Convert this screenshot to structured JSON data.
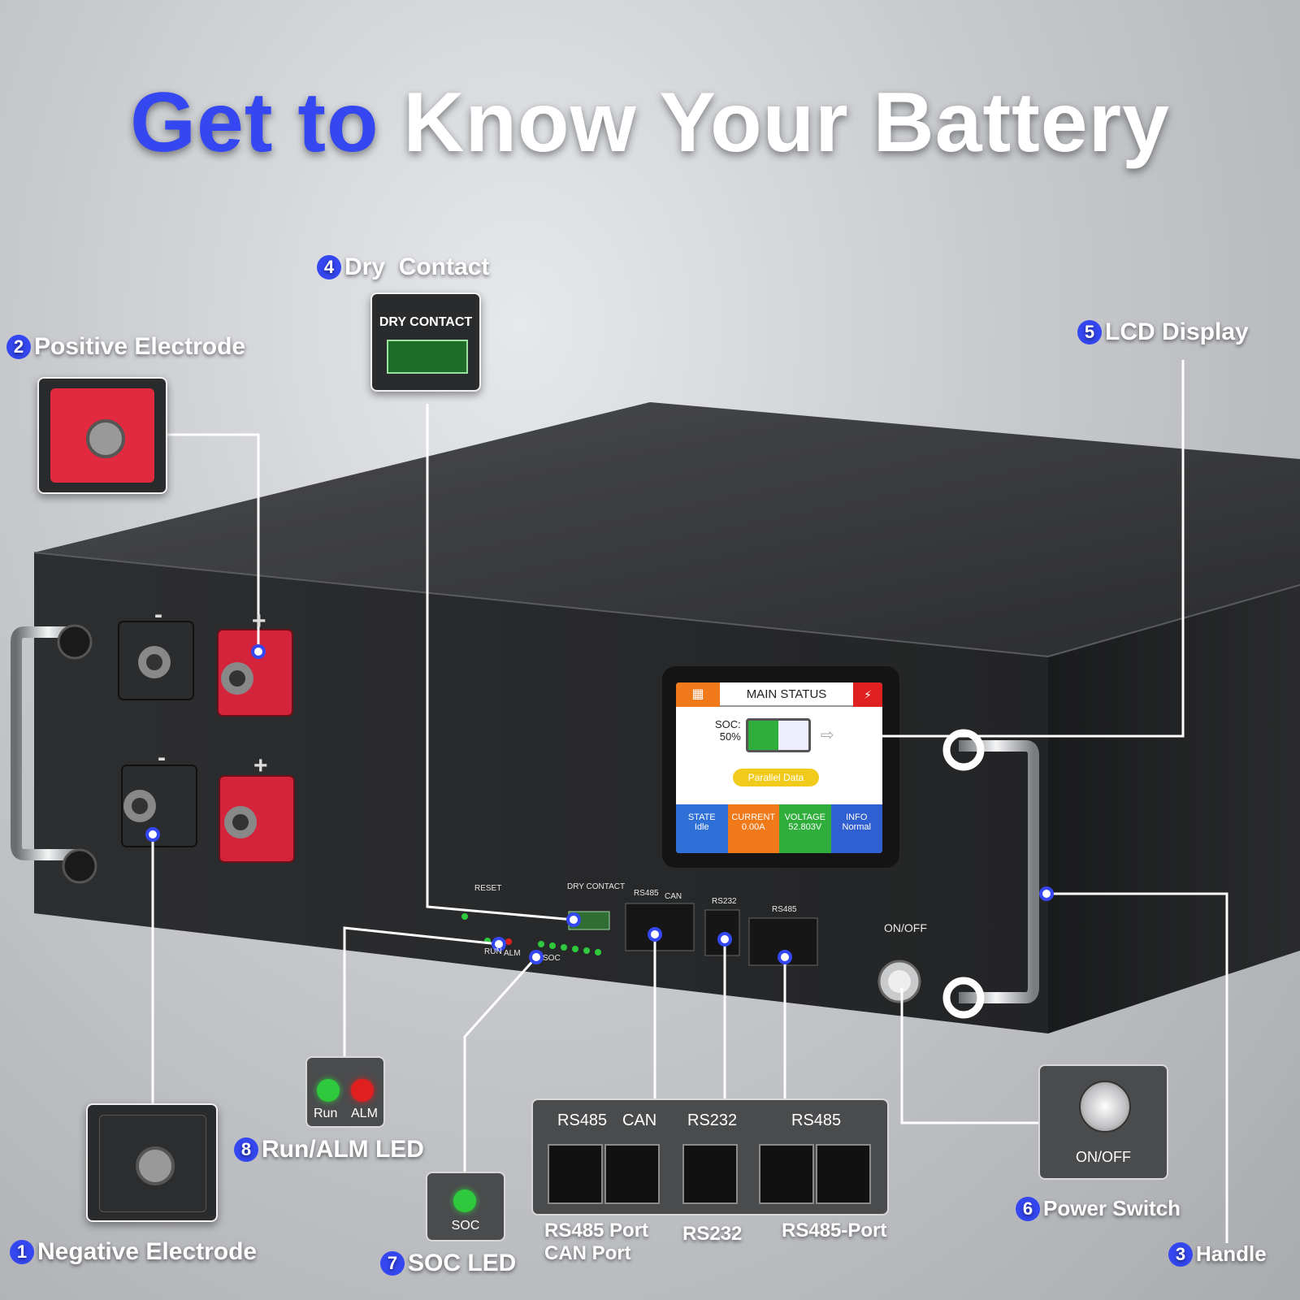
{
  "title": {
    "part1": "Get to",
    "part2": "Know Your Battery",
    "accent_color": "#3447f0"
  },
  "callouts": [
    {
      "num": "1",
      "label": "Negative Electrode"
    },
    {
      "num": "2",
      "label": "Positive Electrode"
    },
    {
      "num": "3",
      "label": "Handle"
    },
    {
      "num": "4",
      "label": "Dry  Contact"
    },
    {
      "num": "5",
      "label": "LCD Display"
    },
    {
      "num": "6",
      "label": "Power Switch"
    },
    {
      "num": "7",
      "label": "SOC LED"
    },
    {
      "num": "8",
      "label": "Run/ALM LED"
    }
  ],
  "dry_contact_box": {
    "label": "DRY CONTACT"
  },
  "led_box": {
    "run": "Run",
    "alm": "ALM",
    "run_color": "#2ec93c",
    "alm_color": "#e02020"
  },
  "soc_box": {
    "label": "SOC"
  },
  "power_box": {
    "label": "ON/OFF"
  },
  "ports_box": {
    "headers": [
      "RS485",
      "CAN",
      "RS232",
      "RS485"
    ],
    "captions": [
      "RS485 Port",
      "CAN Port",
      "RS232",
      "RS485-Port"
    ]
  },
  "battery_panel": {
    "reset": "RESET",
    "dry_contact": "DRY  CONTACT",
    "run": "RUN",
    "alm": "ALM",
    "soc": "SOC",
    "rs485": "RS485",
    "can": "CAN",
    "rs232": "RS232",
    "rs485_2": "RS485",
    "onoff": "ON/OFF",
    "minus": "-",
    "plus": "+"
  },
  "lcd": {
    "header": "MAIN  STATUS",
    "soc_label": "SOC:",
    "soc_value": "50%",
    "soc_level": 0.5,
    "parallel": "Parallel  Data",
    "tiles": [
      {
        "label": "STATE",
        "value": "Idle",
        "color": "#2f6fd8"
      },
      {
        "label": "CURRENT",
        "value": "0.00A",
        "color": "#f07a1a"
      },
      {
        "label": "VOLTAGE",
        "value": "52.803V",
        "color": "#2fae3c"
      },
      {
        "label": "INFO",
        "value": "Normal",
        "color": "#2f5fd0"
      }
    ],
    "header_left_color": "#f07a1a",
    "header_right_color": "#e02020"
  }
}
